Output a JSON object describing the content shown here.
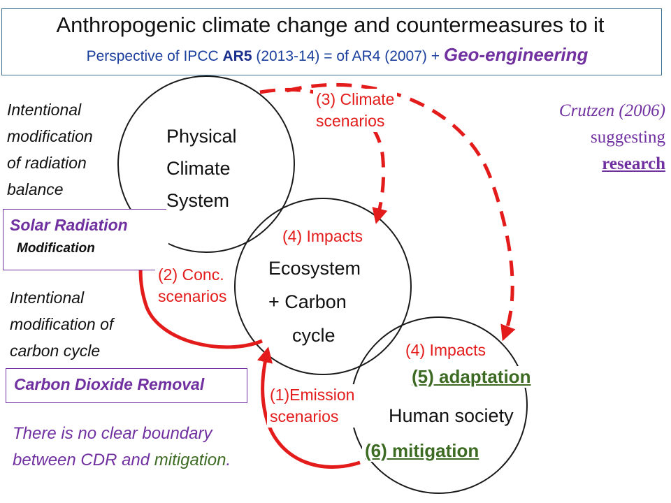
{
  "title": {
    "main": "Anthropogenic climate change and countermeasures to it",
    "sub_prefix": "Perspective of IPCC ",
    "sub_ar5": "AR5",
    "sub_mid": " (2013-14) = of AR4 (2007) + ",
    "sub_geo": "Geo-engineering"
  },
  "crutzen": {
    "line1": "Crutzen (2006)",
    "line2": "suggesting",
    "line3": "research"
  },
  "left": {
    "radiation_lines": [
      "Intentional",
      "modification",
      "of radiation",
      "balance"
    ],
    "srm_line1": "Solar Radiation",
    "srm_line2": "Modification",
    "carbon_line1": "Intentional",
    "carbon_line2": "modification  of",
    "carbon_line3": "carbon cycle",
    "cdr": "Carbon Dioxide Removal",
    "note_line1": "There is no clear boundary",
    "note_line2_a": "between CDR and ",
    "note_line2_b": "mitigation",
    "note_line2_c": "."
  },
  "nodes": {
    "physical": [
      "Physical",
      "Climate",
      "System"
    ],
    "ecosystem": [
      "Ecosystem",
      "+ Carbon",
      "cycle"
    ],
    "human": "Human society"
  },
  "arrows": {
    "climate_scenarios": [
      "(3) Climate",
      "scenarios"
    ],
    "impacts_eco": "(4) Impacts",
    "impacts_human": "(4) Impacts",
    "conc_scenarios": [
      "(2) Conc.",
      "scenarios"
    ],
    "emission_scenarios": [
      "(1)Emission",
      "scenarios"
    ]
  },
  "responses": {
    "adaptation": "(5) adaptation",
    "mitigation": "(6) mitigation"
  },
  "colors": {
    "arrow_red": "#e31b1b",
    "purple": "#7030a0",
    "green": "#3d6b23",
    "title_border": "#3a6e8f",
    "blue_text": "#1a3f9c"
  }
}
